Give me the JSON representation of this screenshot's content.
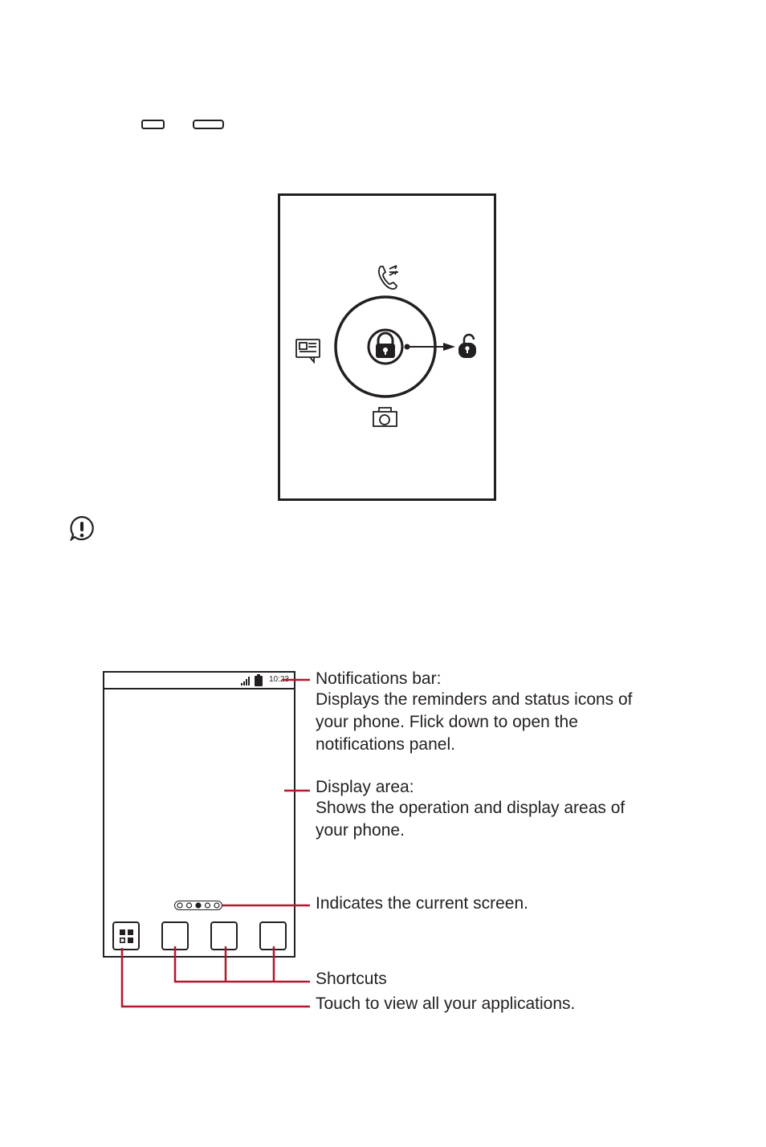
{
  "lock_screen": {
    "icons": [
      "call-icon",
      "message-icon",
      "lock-icon",
      "unlock-icon",
      "camera-icon"
    ]
  },
  "notice": {
    "icon": "exclamation-icon"
  },
  "home_screen": {
    "status_time": "10:23",
    "page_dots": 5,
    "current_page": 3,
    "icons": [
      "signal-icon",
      "battery-icon",
      "app-launcher-icon"
    ]
  },
  "callouts": {
    "notifications_title": "Notifications bar:",
    "notifications_desc_1": "Displays the reminders and status icons of",
    "notifications_desc_2": "your phone. Flick down to open the",
    "notifications_desc_3": "notifications panel.",
    "display_title": "Display area:",
    "display_desc_1": "Shows the operation and display areas of",
    "display_desc_2": "your phone.",
    "indicator": "Indicates the current screen.",
    "shortcuts": "Shortcuts",
    "launcher": "Touch to view all your applications."
  },
  "colors": {
    "ink": "#231f20",
    "callout_line": "#b5172f"
  }
}
